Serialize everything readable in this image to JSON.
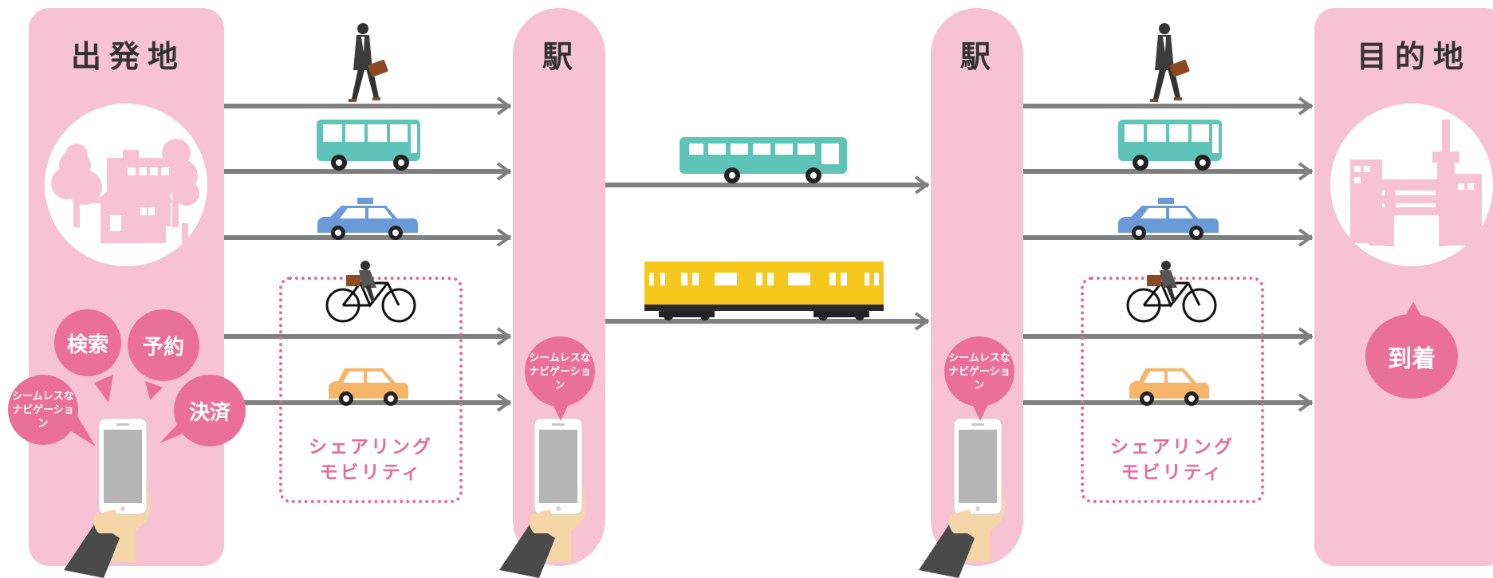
{
  "pillars": {
    "origin_title": "出発地",
    "station_left_title": "駅",
    "station_right_title": "駅",
    "destination_title": "目的地"
  },
  "bubbles": {
    "search": "検索",
    "reserve": "予約",
    "payment": "決済",
    "seamless_line1": "シームレスな",
    "seamless_line2": "ナビゲーション",
    "arrival": "到着"
  },
  "sharing": {
    "line1": "シェアリング",
    "line2": "モビリティ"
  },
  "colors": {
    "pillar": "#f7c3d4",
    "accent": "#ea6f99",
    "arrow": "#808080",
    "bus": "#5fc4b8",
    "taxi": "#6b9bd6",
    "car": "#f5b66c",
    "train": "#f6c81b"
  },
  "icons": [
    "walking-person-icon",
    "bus-icon",
    "taxi-icon",
    "bicycle-icon",
    "car-icon",
    "train-icon",
    "house-icon",
    "temple-gate-icon",
    "smartphone-icon"
  ]
}
